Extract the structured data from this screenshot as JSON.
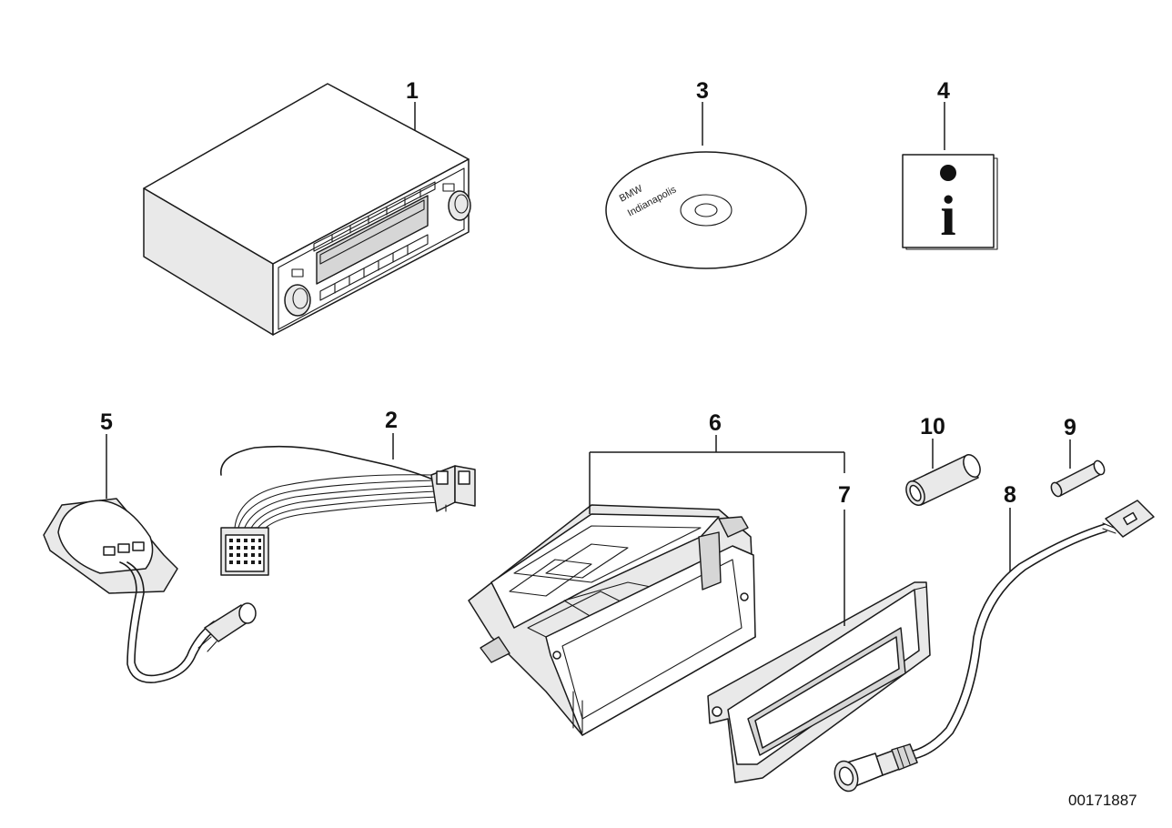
{
  "diagram": {
    "drawing_number": "00171887",
    "disc_label_line1": "BMW",
    "disc_label_line2": "Indianapolis",
    "manual_icon_glyph": "i",
    "callouts": [
      {
        "id": "1",
        "label": "1"
      },
      {
        "id": "2",
        "label": "2"
      },
      {
        "id": "3",
        "label": "3"
      },
      {
        "id": "4",
        "label": "4"
      },
      {
        "id": "5",
        "label": "5"
      },
      {
        "id": "6",
        "label": "6"
      },
      {
        "id": "7",
        "label": "7"
      },
      {
        "id": "8",
        "label": "8"
      },
      {
        "id": "9",
        "label": "9"
      },
      {
        "id": "10",
        "label": "10"
      }
    ],
    "parts": [
      {
        "callout": "1",
        "icon": "radio-head-unit-icon"
      },
      {
        "callout": "2",
        "icon": "wiring-harness-adapter-icon"
      },
      {
        "callout": "3",
        "icon": "software-cd-icon"
      },
      {
        "callout": "4",
        "icon": "information-manual-icon"
      },
      {
        "callout": "5",
        "icon": "antenna-icon"
      },
      {
        "callout": "6",
        "icon": "mounting-bracket-icon"
      },
      {
        "callout": "7",
        "icon": "trim-frame-icon"
      },
      {
        "callout": "8",
        "icon": "antenna-cable-icon"
      },
      {
        "callout": "9",
        "icon": "short-sleeve-icon"
      },
      {
        "callout": "10",
        "icon": "sleeve-icon"
      }
    ]
  }
}
